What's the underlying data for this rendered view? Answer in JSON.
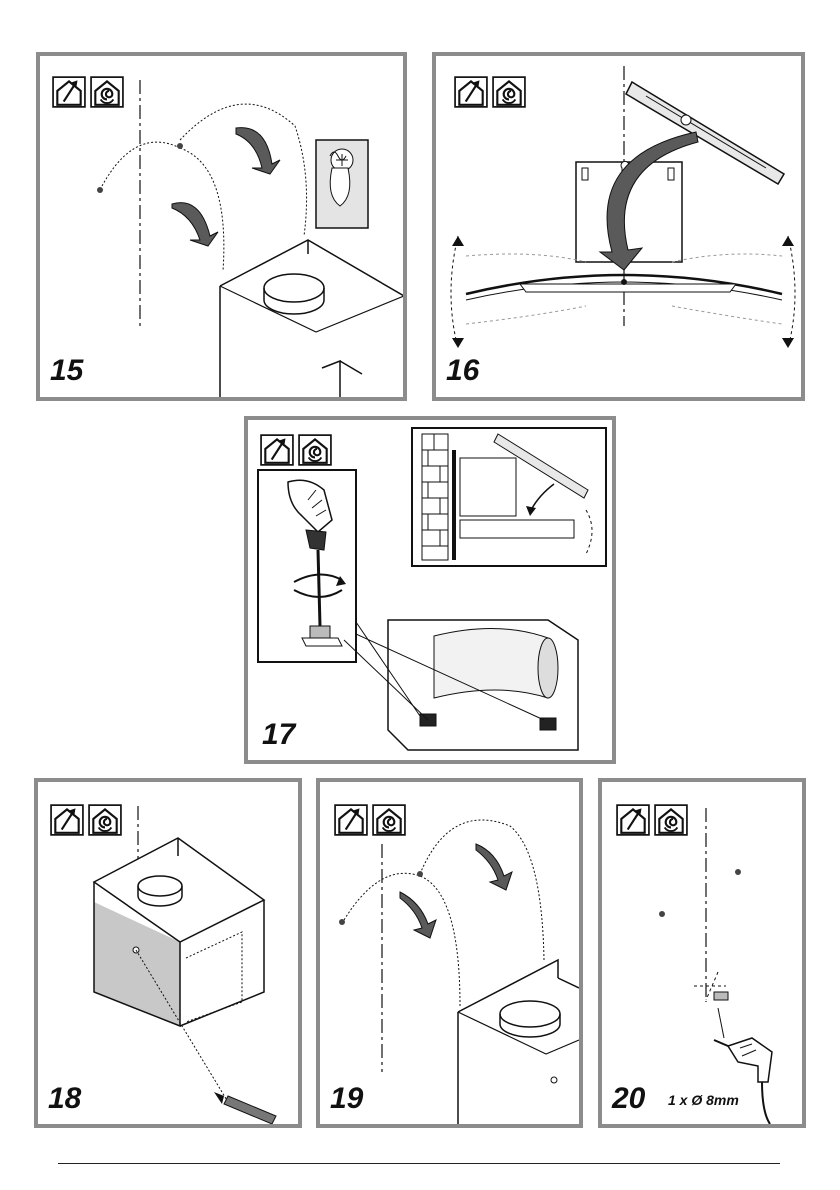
{
  "steps": [
    {
      "number": "15"
    },
    {
      "number": "16"
    },
    {
      "number": "17"
    },
    {
      "number": "18"
    },
    {
      "number": "19"
    },
    {
      "number": "20",
      "drill_spec": "1 x Ø 8mm"
    }
  ],
  "icons": [
    "ducted-exhaust-icon",
    "recirculation-icon"
  ]
}
